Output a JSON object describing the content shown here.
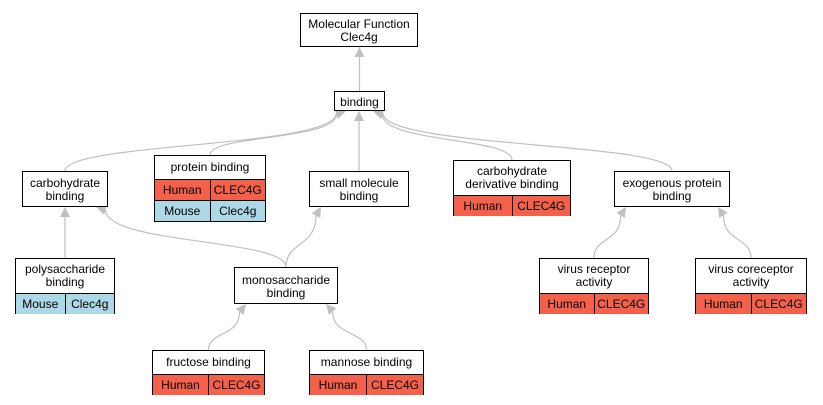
{
  "colors": {
    "human": "#f4614a",
    "mouse": "#add8e6",
    "edge": "#c0c0c0"
  },
  "nodes": {
    "molecular_function": {
      "title": "Molecular Function\nClec4g"
    },
    "binding": {
      "title": "binding"
    },
    "carbohydrate_binding": {
      "title": "carbohydrate\nbinding"
    },
    "protein_binding": {
      "title": "protein binding",
      "annotations": [
        {
          "species": "Human",
          "gene": "CLEC4G"
        },
        {
          "species": "Mouse",
          "gene": "Clec4g"
        }
      ]
    },
    "small_molecule_binding": {
      "title": "small molecule\nbinding"
    },
    "carbohydrate_derivative_binding": {
      "title": "carbohydrate\nderivative binding",
      "annotations": [
        {
          "species": "Human",
          "gene": "CLEC4G"
        }
      ]
    },
    "exogenous_protein_binding": {
      "title": "exogenous protein\nbinding"
    },
    "polysaccharide_binding": {
      "title": "polysaccharide\nbinding",
      "annotations": [
        {
          "species": "Mouse",
          "gene": "Clec4g"
        }
      ]
    },
    "monosaccharide_binding": {
      "title": "monosaccharide\nbinding"
    },
    "virus_receptor_activity": {
      "title": "virus receptor\nactivity",
      "annotations": [
        {
          "species": "Human",
          "gene": "CLEC4G"
        }
      ]
    },
    "virus_coreceptor_activity": {
      "title": "virus coreceptor\nactivity",
      "annotations": [
        {
          "species": "Human",
          "gene": "CLEC4G"
        }
      ]
    },
    "fructose_binding": {
      "title": "fructose binding",
      "annotations": [
        {
          "species": "Human",
          "gene": "CLEC4G"
        }
      ]
    },
    "mannose_binding": {
      "title": "mannose binding",
      "annotations": [
        {
          "species": "Human",
          "gene": "CLEC4G"
        }
      ]
    }
  },
  "edges": [
    [
      "binding",
      "molecular_function"
    ],
    [
      "carbohydrate_binding",
      "binding"
    ],
    [
      "protein_binding",
      "binding"
    ],
    [
      "small_molecule_binding",
      "binding"
    ],
    [
      "carbohydrate_derivative_binding",
      "binding"
    ],
    [
      "exogenous_protein_binding",
      "binding"
    ],
    [
      "polysaccharide_binding",
      "carbohydrate_binding"
    ],
    [
      "monosaccharide_binding",
      "carbohydrate_binding"
    ],
    [
      "monosaccharide_binding",
      "small_molecule_binding"
    ],
    [
      "virus_receptor_activity",
      "exogenous_protein_binding"
    ],
    [
      "virus_coreceptor_activity",
      "exogenous_protein_binding"
    ],
    [
      "fructose_binding",
      "monosaccharide_binding"
    ],
    [
      "mannose_binding",
      "monosaccharide_binding"
    ]
  ]
}
